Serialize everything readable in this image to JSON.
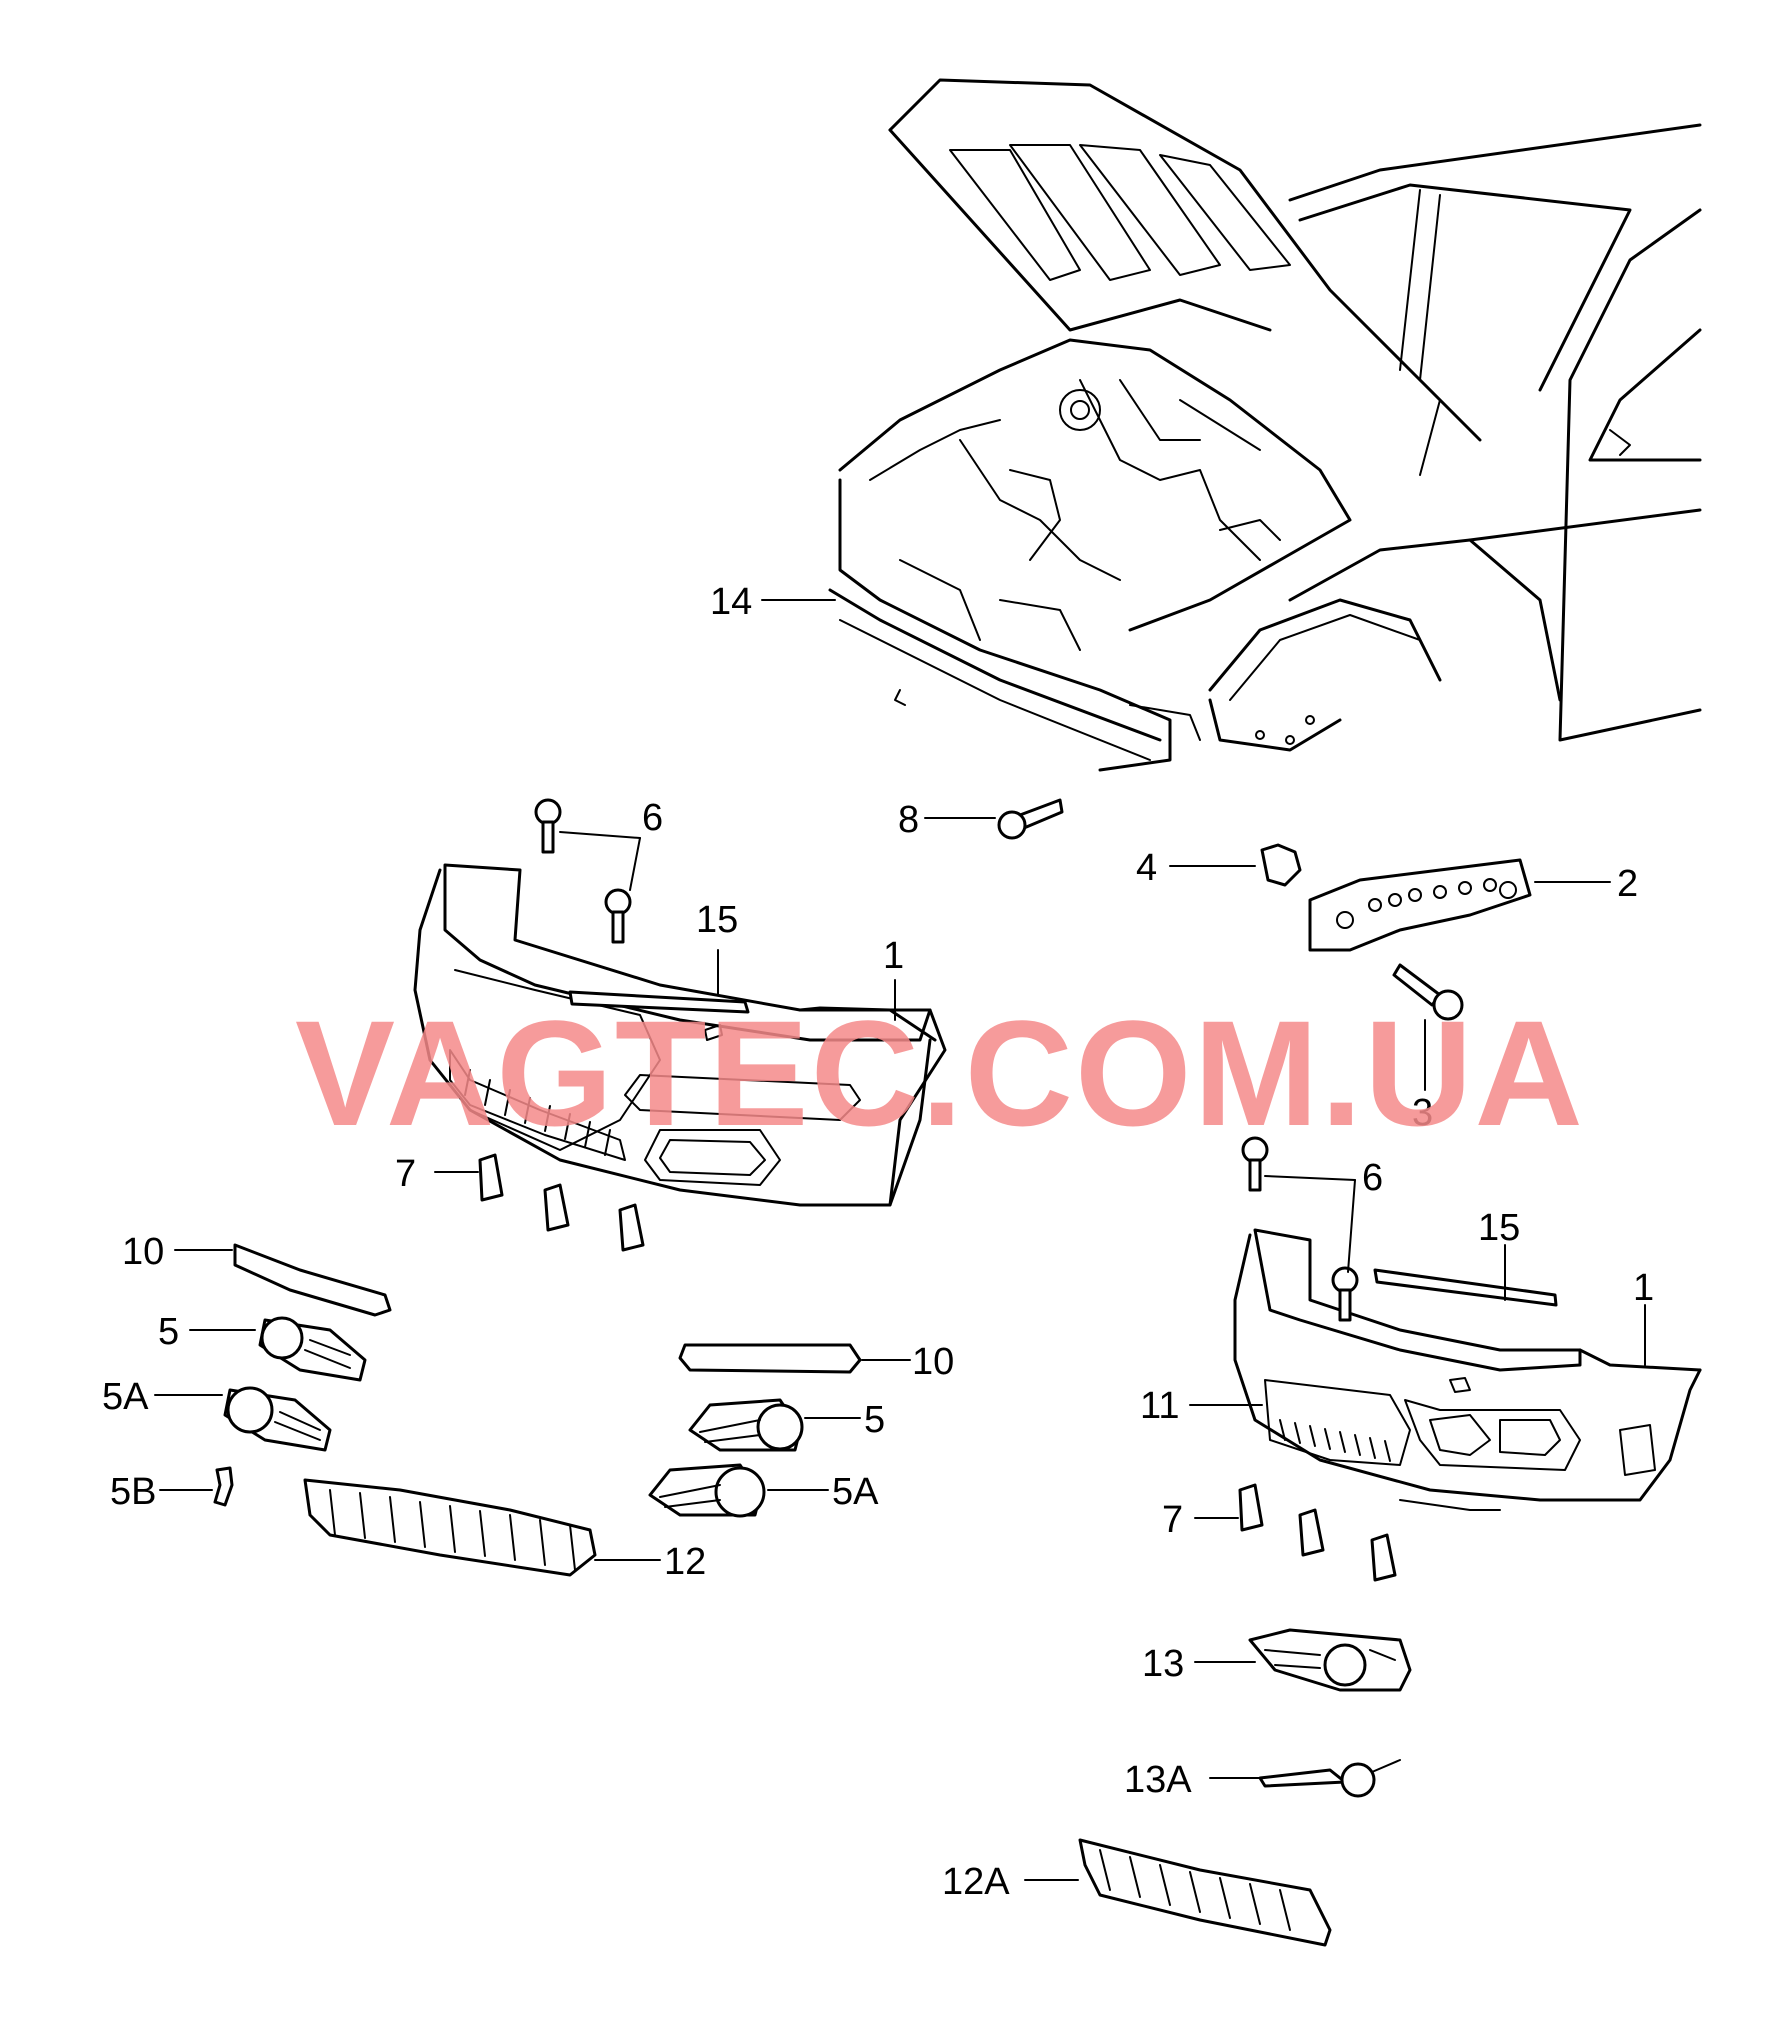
{
  "watermark": "VAGTEC.COM.UA",
  "callouts": {
    "c14": "14",
    "c8": "8",
    "c6a": "6",
    "c15a": "15",
    "c1a": "1",
    "c4": "4",
    "c2": "2",
    "c3": "3",
    "c7a": "7",
    "c10a": "10",
    "c5a": "5",
    "c5Aa": "5A",
    "c5B": "5B",
    "c12": "12",
    "c10b": "10",
    "c5b": "5",
    "c5Ab": "5A",
    "c6b": "6",
    "c15b": "15",
    "c1b": "1",
    "c11": "11",
    "c7b": "7",
    "c13": "13",
    "c13A": "13A",
    "c12A": "12A"
  }
}
